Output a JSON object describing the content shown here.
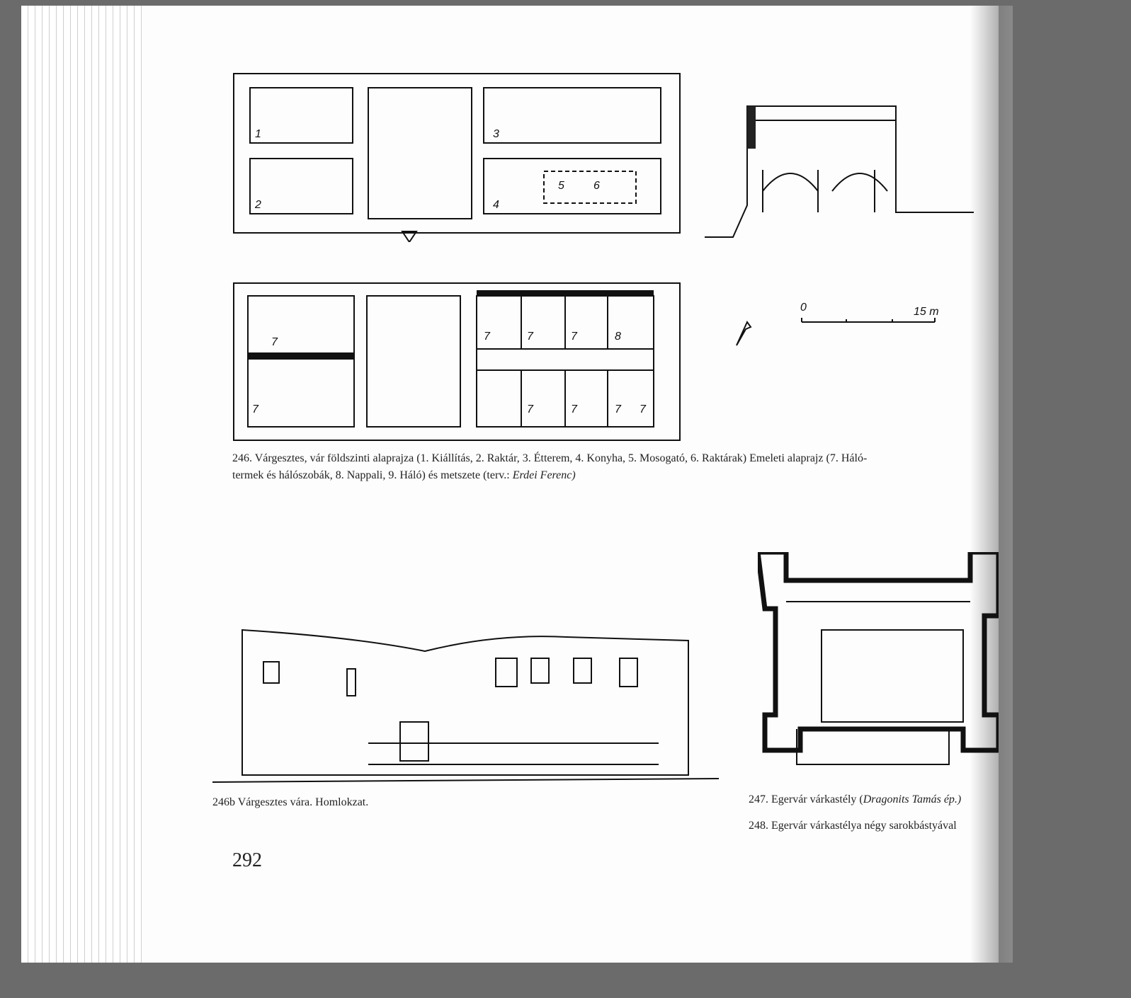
{
  "figures": {
    "fig246": {
      "caption_main": "246. Várgesztes, vár földszinti alaprajza (1. Kiállítás, 2. Raktár, 3. Étterem, 4. Konyha, 5. Mosogató, 6. Raktárak) Emeleti alaprajz (7. Háló-",
      "caption_cont": "termek és hálószobák, 8. Nappali, 9. Háló) és metszete (terv.: ",
      "caption_author": "Erdei Ferenc)",
      "ground_labels": [
        "1",
        "2",
        "3",
        "4",
        "5",
        "6"
      ],
      "upper_labels": [
        "7",
        "7",
        "7",
        "7",
        "7",
        "8",
        "7",
        "7",
        "7",
        "7"
      ],
      "scale": {
        "start": "0",
        "end": "15 m"
      }
    },
    "fig246b": {
      "caption": "246b Várgesztes vára. Homlokzat."
    },
    "fig247": {
      "caption": "247. Egervár várkastély  (",
      "caption_author": "Dragonits Tamás ép.)"
    },
    "fig248": {
      "caption": "248. Egervár várkastélya négy sarokbástyával"
    }
  },
  "page_number": "292"
}
